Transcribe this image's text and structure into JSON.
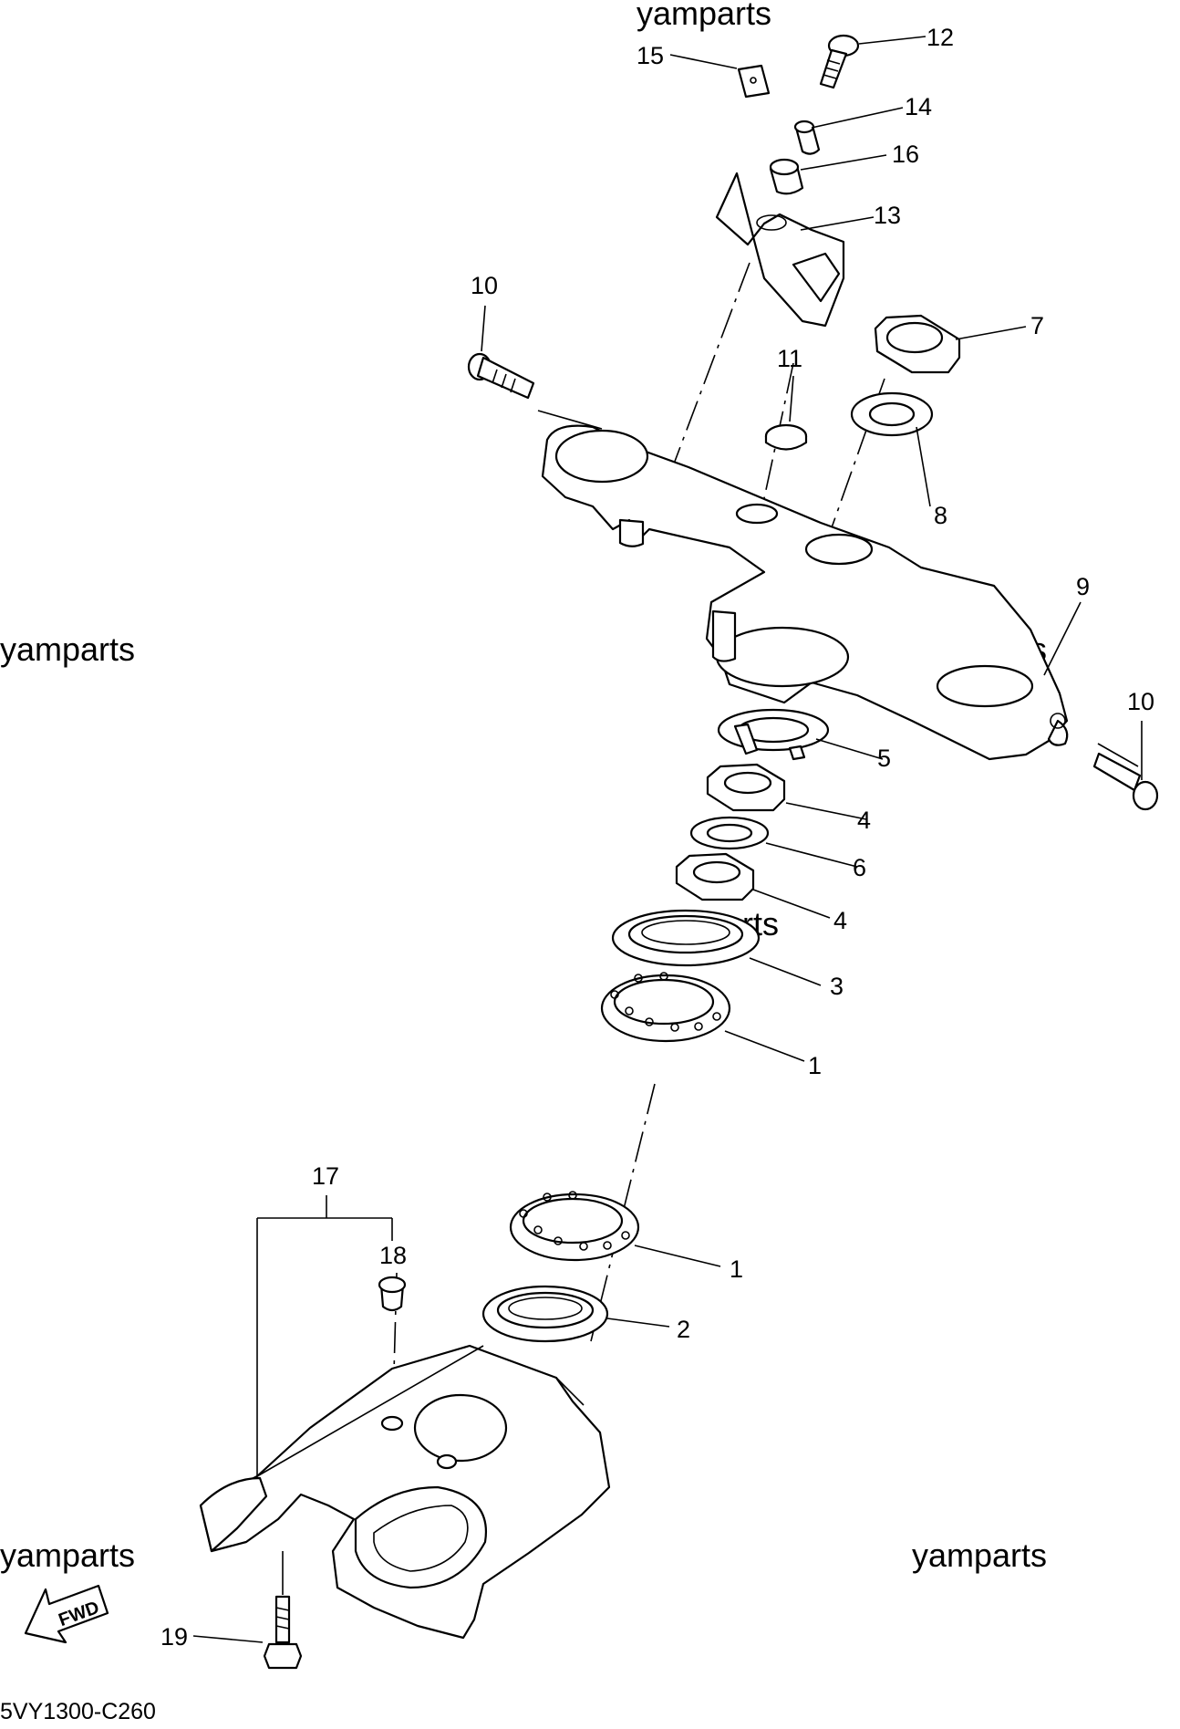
{
  "watermarks": [
    "yamparts",
    "yamparts",
    "yamparts",
    "yamparts",
    "yamparts",
    "yamparts"
  ],
  "callouts": {
    "c1a": "1",
    "c1b": "1",
    "c2": "2",
    "c3": "3",
    "c4a": "4",
    "c4b": "4",
    "c5": "5",
    "c6": "6",
    "c7": "7",
    "c8": "8",
    "c9": "9",
    "c10a": "10",
    "c10b": "10",
    "c11": "11",
    "c12": "12",
    "c13": "13",
    "c14": "14",
    "c15": "15",
    "c16": "16",
    "c17": "17",
    "c18": "18",
    "c19": "19"
  },
  "fwd_label": "FWD",
  "drawing_code": "5VY1300-C260"
}
